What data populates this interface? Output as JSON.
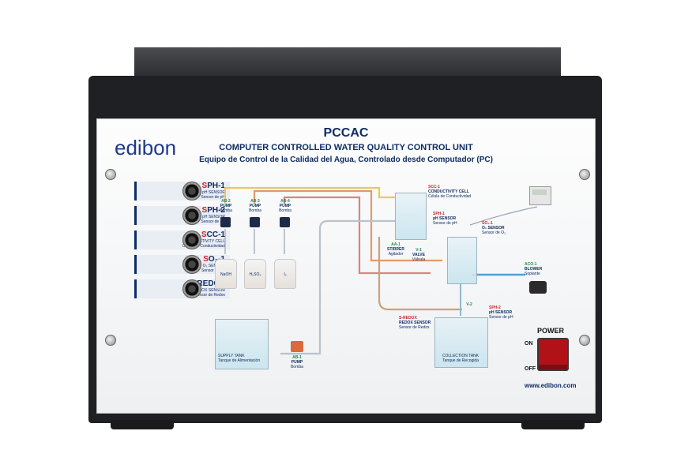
{
  "panel": {
    "brand": "edibon",
    "code": "PCCAC",
    "title_en": "COMPUTER CONTROLLED WATER QUALITY CONTROL UNIT",
    "title_es": "Equipo de Control de la Calidad del Agua, Controlado desde Computador (PC)",
    "website": "www.edibon.com"
  },
  "sensors": [
    {
      "lead": "S",
      "code": "PH-1",
      "line1": "pH SENSOR",
      "line2": "Sensor de pH"
    },
    {
      "lead": "S",
      "code": "PH-2",
      "line1": "pH SENSOR",
      "line2": "Sensor de pH"
    },
    {
      "lead": "S",
      "code": "CC-1",
      "line1": "CONDUCTIVITY CELL",
      "line2": "Célula de Conductividad"
    },
    {
      "lead": "S",
      "code": "O₂-1",
      "line1": "O₂ SENSOR",
      "line2": "Sensor de O₂"
    },
    {
      "lead": "S",
      "code": "-REDOX",
      "line1": "REDOX SENSOR",
      "line2": "Sensor de Redox"
    }
  ],
  "pumps": [
    {
      "code": "AB-2",
      "line1": "PUMP",
      "line2": "Bomba"
    },
    {
      "code": "AB-3",
      "line1": "PUMP",
      "line2": "Bomba"
    },
    {
      "code": "AB-4",
      "line1": "PUMP",
      "line2": "Bomba"
    },
    {
      "code": "AB-1",
      "line1": "PUMP",
      "line2": "Bomba"
    }
  ],
  "bottles": [
    "NaOH",
    "H₂SO₄",
    "I₂"
  ],
  "diagram": {
    "scc1": {
      "code": "SCC-1",
      "line1": "CONDUCTIVITY CELL",
      "line2": "Célula de Conductividad"
    },
    "sph1": {
      "code": "SPH-1",
      "line1": "pH SENSOR",
      "line2": "Sensor de pH"
    },
    "so2": {
      "code": "SO₂-1",
      "line1": "O₂ SENSOR",
      "line2": "Sensor de O₂"
    },
    "aa1": {
      "code": "AA-1",
      "line1": "STIRRER",
      "line2": "Agitador"
    },
    "v1": {
      "code": "V-1",
      "line1": "VALVE",
      "line2": "Válvula"
    },
    "aco1": {
      "code": "ACO-1",
      "line1": "BLOWER",
      "line2": "Soplante"
    },
    "v2": {
      "code": "V-2"
    },
    "sph2": {
      "code": "SPH-2",
      "line1": "pH SENSOR",
      "line2": "Sensor de pH"
    },
    "sredox": {
      "code": "S-REDOX",
      "line1": "REDOX SENSOR",
      "line2": "Sensor de Redox"
    },
    "supply": {
      "line1": "SUPPLY TANK",
      "line2": "Tanque de Alimentación"
    },
    "collection": {
      "line1": "COLLECTION TANK",
      "line2": "Tanque de Recogida"
    }
  },
  "power": {
    "label": "POWER",
    "on": "ON",
    "off": "OFF"
  },
  "colors": {
    "navy": "#0f2c63",
    "red": "#d2232a",
    "green": "#1f8a4c",
    "switch": "#b01218"
  }
}
